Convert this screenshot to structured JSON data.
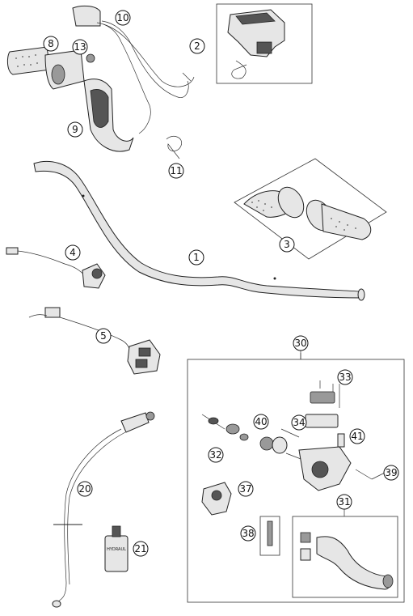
{
  "diagram": {
    "callouts": [
      {
        "id": "c1",
        "label": "1"
      },
      {
        "id": "c2",
        "label": "2"
      },
      {
        "id": "c3",
        "label": "3"
      },
      {
        "id": "c4",
        "label": "4"
      },
      {
        "id": "c5",
        "label": "5"
      },
      {
        "id": "c8",
        "label": "8"
      },
      {
        "id": "c9",
        "label": "9"
      },
      {
        "id": "c10",
        "label": "10"
      },
      {
        "id": "c11",
        "label": "11"
      },
      {
        "id": "c13",
        "label": "13"
      },
      {
        "id": "c20",
        "label": "20"
      },
      {
        "id": "c21",
        "label": "21"
      },
      {
        "id": "c30",
        "label": "30"
      },
      {
        "id": "c31",
        "label": "31"
      },
      {
        "id": "c32",
        "label": "32"
      },
      {
        "id": "c33",
        "label": "33"
      },
      {
        "id": "c34",
        "label": "34"
      },
      {
        "id": "c37",
        "label": "37"
      },
      {
        "id": "c38",
        "label": "38"
      },
      {
        "id": "c39",
        "label": "39"
      },
      {
        "id": "c40",
        "label": "40"
      },
      {
        "id": "c41",
        "label": "41"
      }
    ],
    "bottle_label": "HYDRAUL"
  }
}
